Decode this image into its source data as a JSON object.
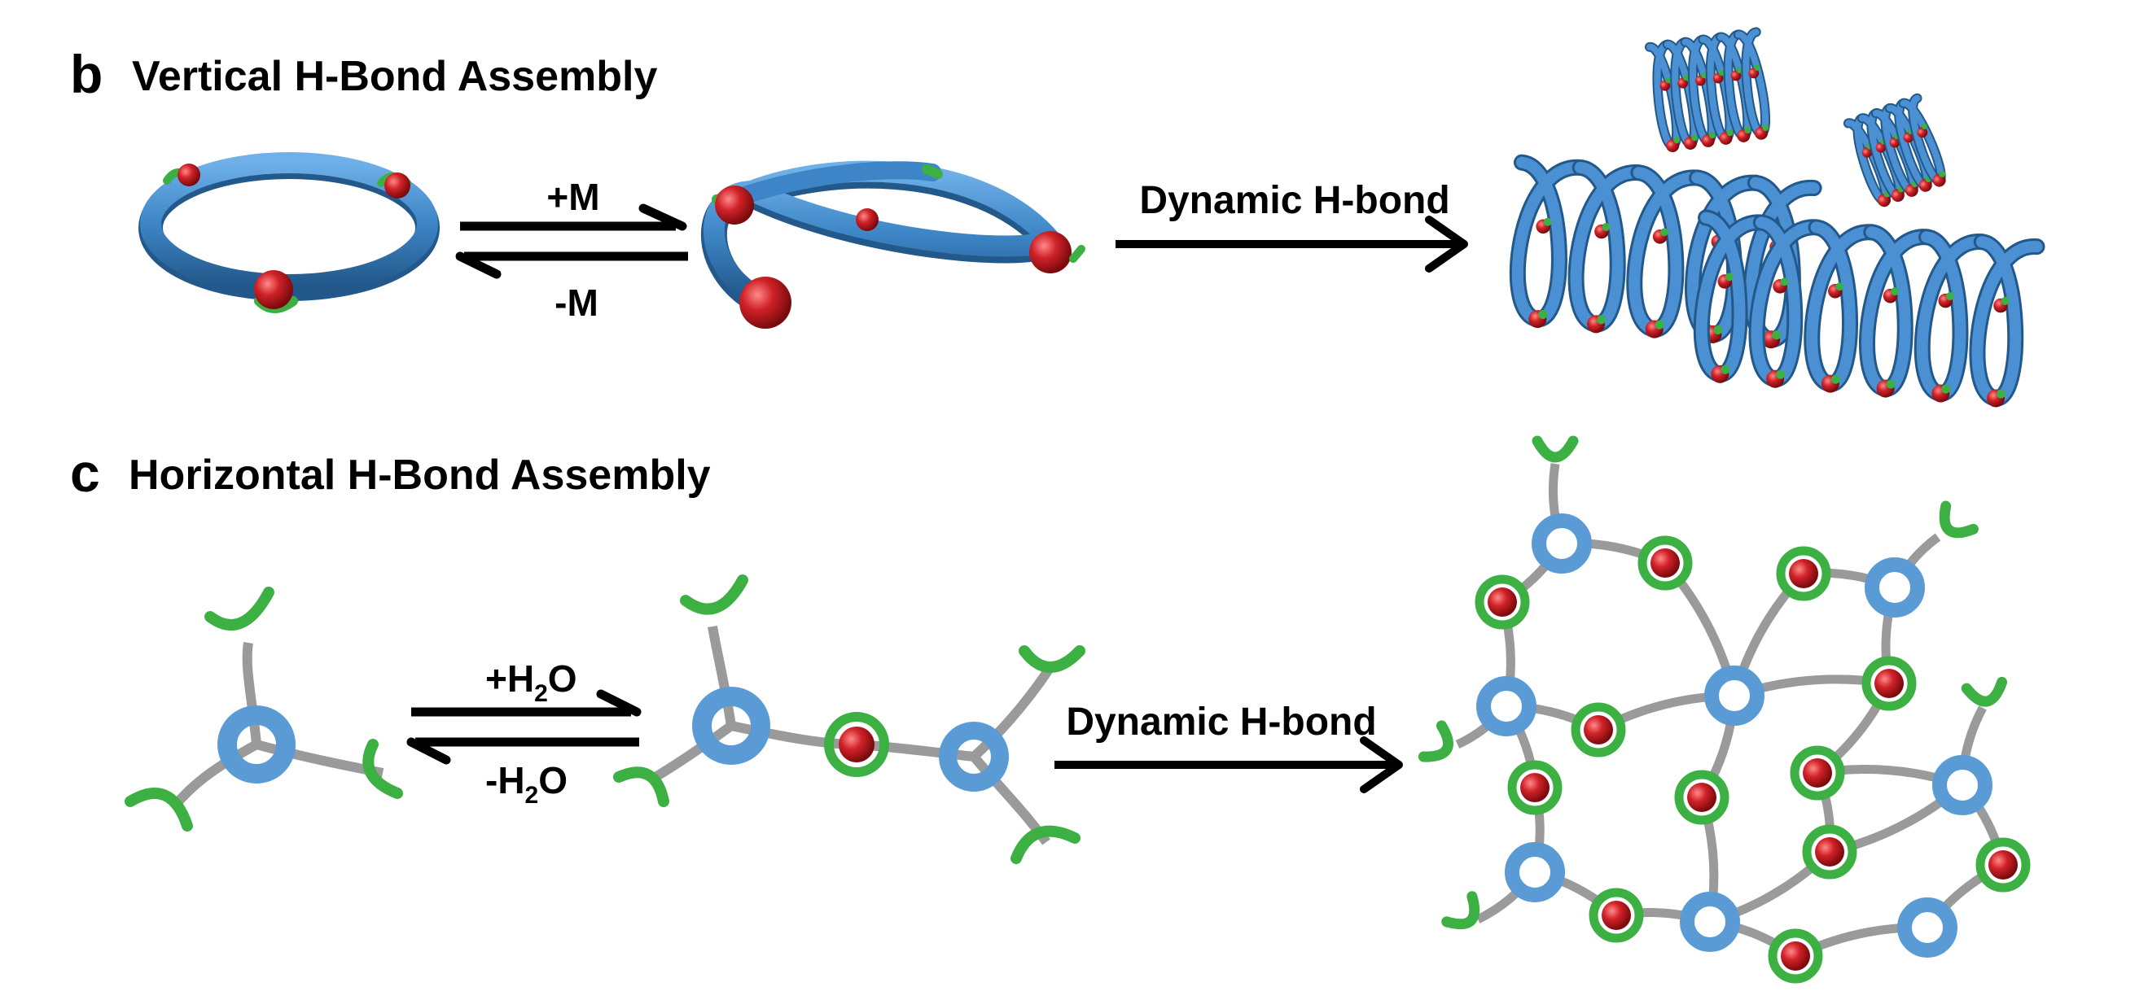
{
  "panel_b": {
    "letter": "b",
    "title": "Vertical H-Bond Assembly",
    "forward_label": "+M",
    "reverse_label": "-M",
    "arrow_label": "Dynamic H-bond"
  },
  "panel_c": {
    "letter": "c",
    "title": "Horizontal H-Bond Assembly",
    "forward_label_main": "+H",
    "forward_label_sub": "2",
    "forward_label_tail": "O",
    "reverse_label_main": "-H",
    "reverse_label_sub": "2",
    "reverse_label_tail": "O",
    "arrow_label": "Dynamic H-bond"
  },
  "colors": {
    "helix_blue": "#3d85c6",
    "node_blue": "#5b9bd5",
    "metal_red": "#c0161b",
    "hbond_green": "#3cb043",
    "linker_gray": "#9a9a9a",
    "arrow_black": "#000000"
  }
}
